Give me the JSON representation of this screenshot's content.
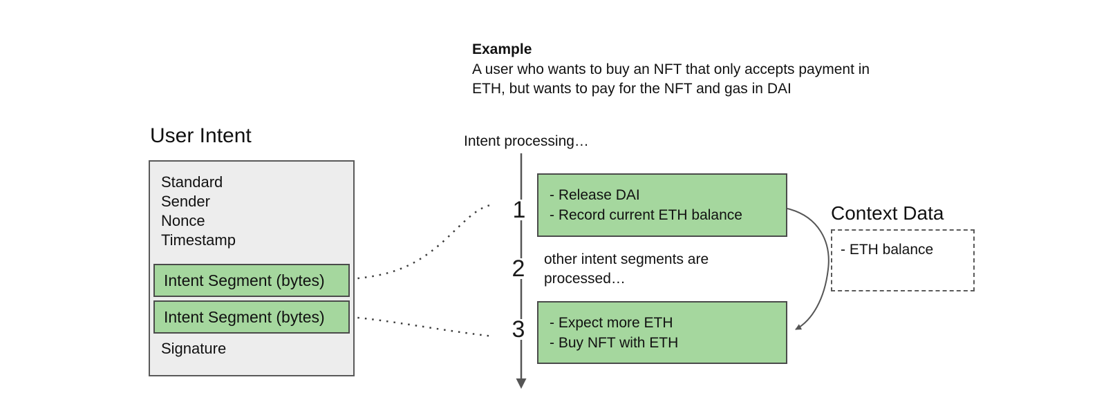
{
  "example": {
    "title": "Example",
    "lines": [
      "A user who wants to buy an NFT that only accepts payment in",
      "ETH, but wants to pay for the NFT and gas in DAI"
    ]
  },
  "user_intent": {
    "title": "User Intent",
    "fields": [
      "Standard",
      "Sender",
      "Nonce",
      "Timestamp"
    ],
    "segments": [
      "Intent Segment (bytes)",
      "Intent Segment (bytes)"
    ],
    "footer": "Signature"
  },
  "processing": {
    "label": "Intent processing…",
    "step_labels": [
      "1",
      "2",
      "3"
    ],
    "step1_lines": [
      "- Release DAI",
      "- Record current ETH balance"
    ],
    "step2_lines": [
      "other intent segments are",
      "processed…"
    ],
    "step3_lines": [
      "- Expect more ETH",
      "- Buy NFT with ETH"
    ]
  },
  "context": {
    "title": "Context Data",
    "items": [
      "- ETH balance"
    ]
  },
  "colors": {
    "segment_green": "#a5d79e",
    "panel_gray": "#ededed",
    "border_dark": "#4a4a4a",
    "border_gray": "#595959",
    "connector_gray": "#555555",
    "dotted_line": "#3d3d3d",
    "text": "#111111",
    "background": "#ffffff"
  }
}
